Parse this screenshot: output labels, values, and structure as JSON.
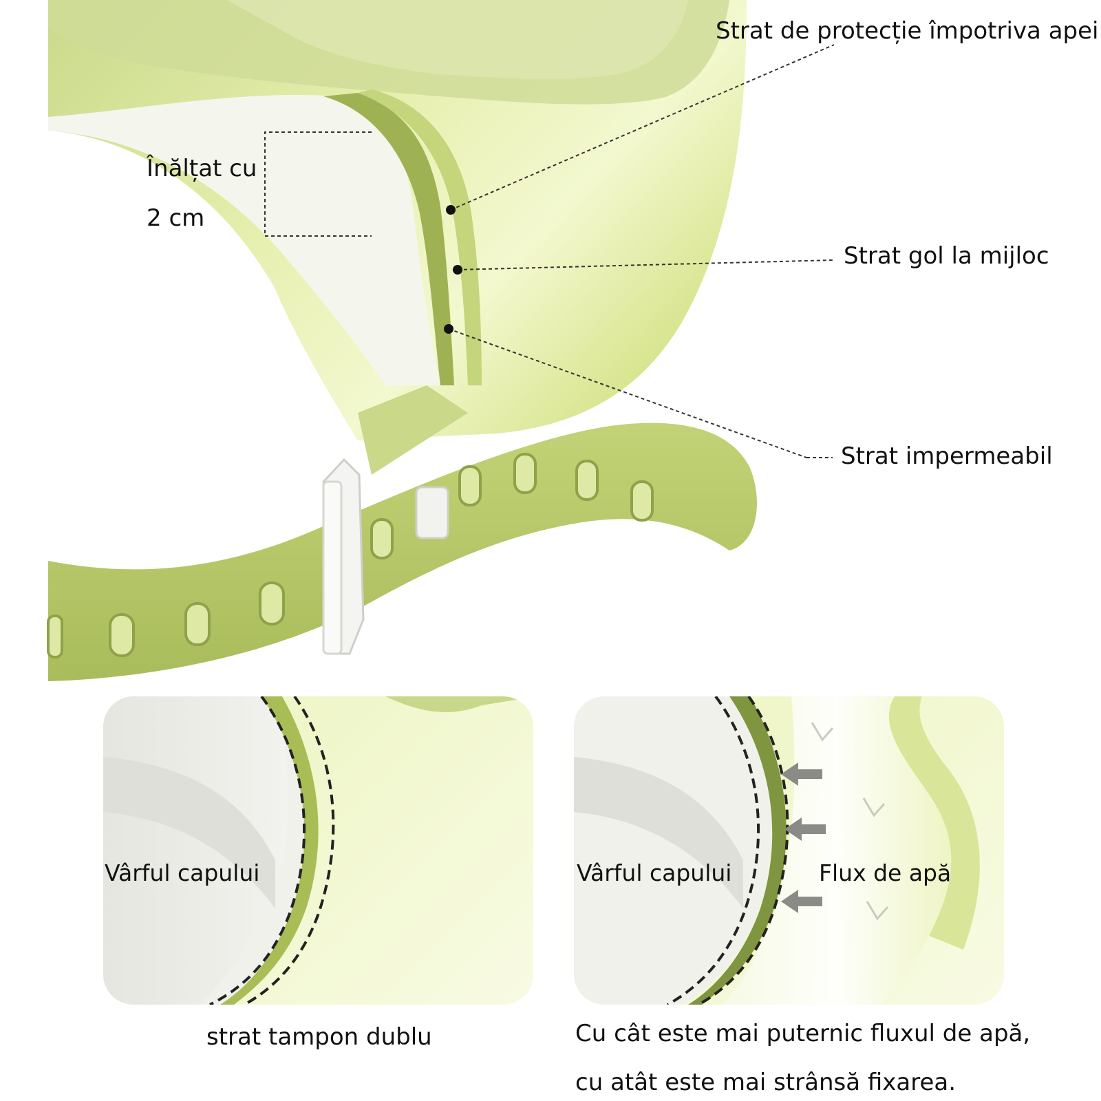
{
  "callouts": {
    "raised": {
      "line1": "Înălțat cu",
      "line2": "2 cm"
    },
    "waterproof_protection": "Strat de protecție împotriva apei",
    "hollow_middle": "Strat gol la mijloc",
    "waterproof": "Strat impermeabil"
  },
  "panels": {
    "left": {
      "label": "Vârful capului",
      "caption": "strat tampon dublu"
    },
    "right": {
      "label": "Vârful capului",
      "flow_label": "Flux de apă",
      "caption_line1": "Cu cât este mai puternic fluxul de apă,",
      "caption_line2": "cu atât este mai strânsă fixarea."
    }
  },
  "colors": {
    "brand_green": "#b7c96a",
    "light_green": "#e9f1b8",
    "dark_green": "#8fa24a",
    "buckle": "#f2f2f0"
  }
}
